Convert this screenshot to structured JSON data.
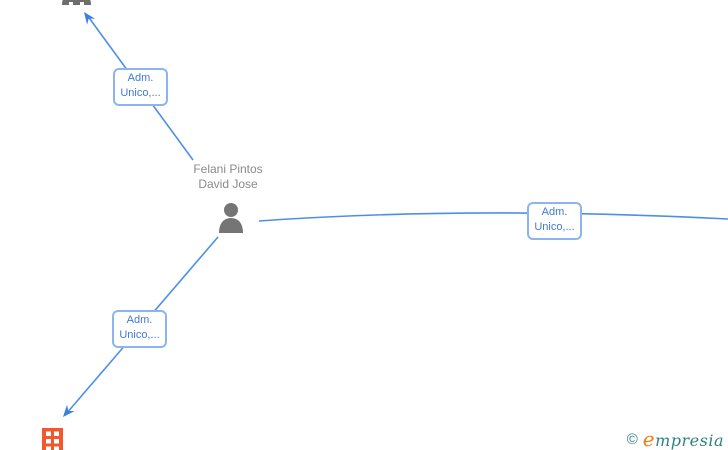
{
  "diagram": {
    "person": {
      "name_line1": "Felani Pintos",
      "name_line2": "David Jose"
    },
    "edges": [
      {
        "id": "edge-top-left",
        "label_line1": "Adm.",
        "label_line2": "Unico,..."
      },
      {
        "id": "edge-right",
        "label_line1": "Adm.",
        "label_line2": "Unico,..."
      },
      {
        "id": "edge-bottom-left",
        "label_line1": "Adm.",
        "label_line2": "Unico,..."
      }
    ],
    "colors": {
      "edge_blue": "#4d8fe8",
      "label_border_blue": "#8cb4f2",
      "label_text_blue": "#4378d8",
      "person_gray": "#757575",
      "name_text_gray": "#8a8a8a",
      "building_orange": "#f4572b",
      "logo_teal": "#2e8084",
      "logo_orange": "#ee7d18"
    }
  },
  "footer": {
    "copyright": "©",
    "brand_initial": "e",
    "brand_rest": "mpresia"
  }
}
